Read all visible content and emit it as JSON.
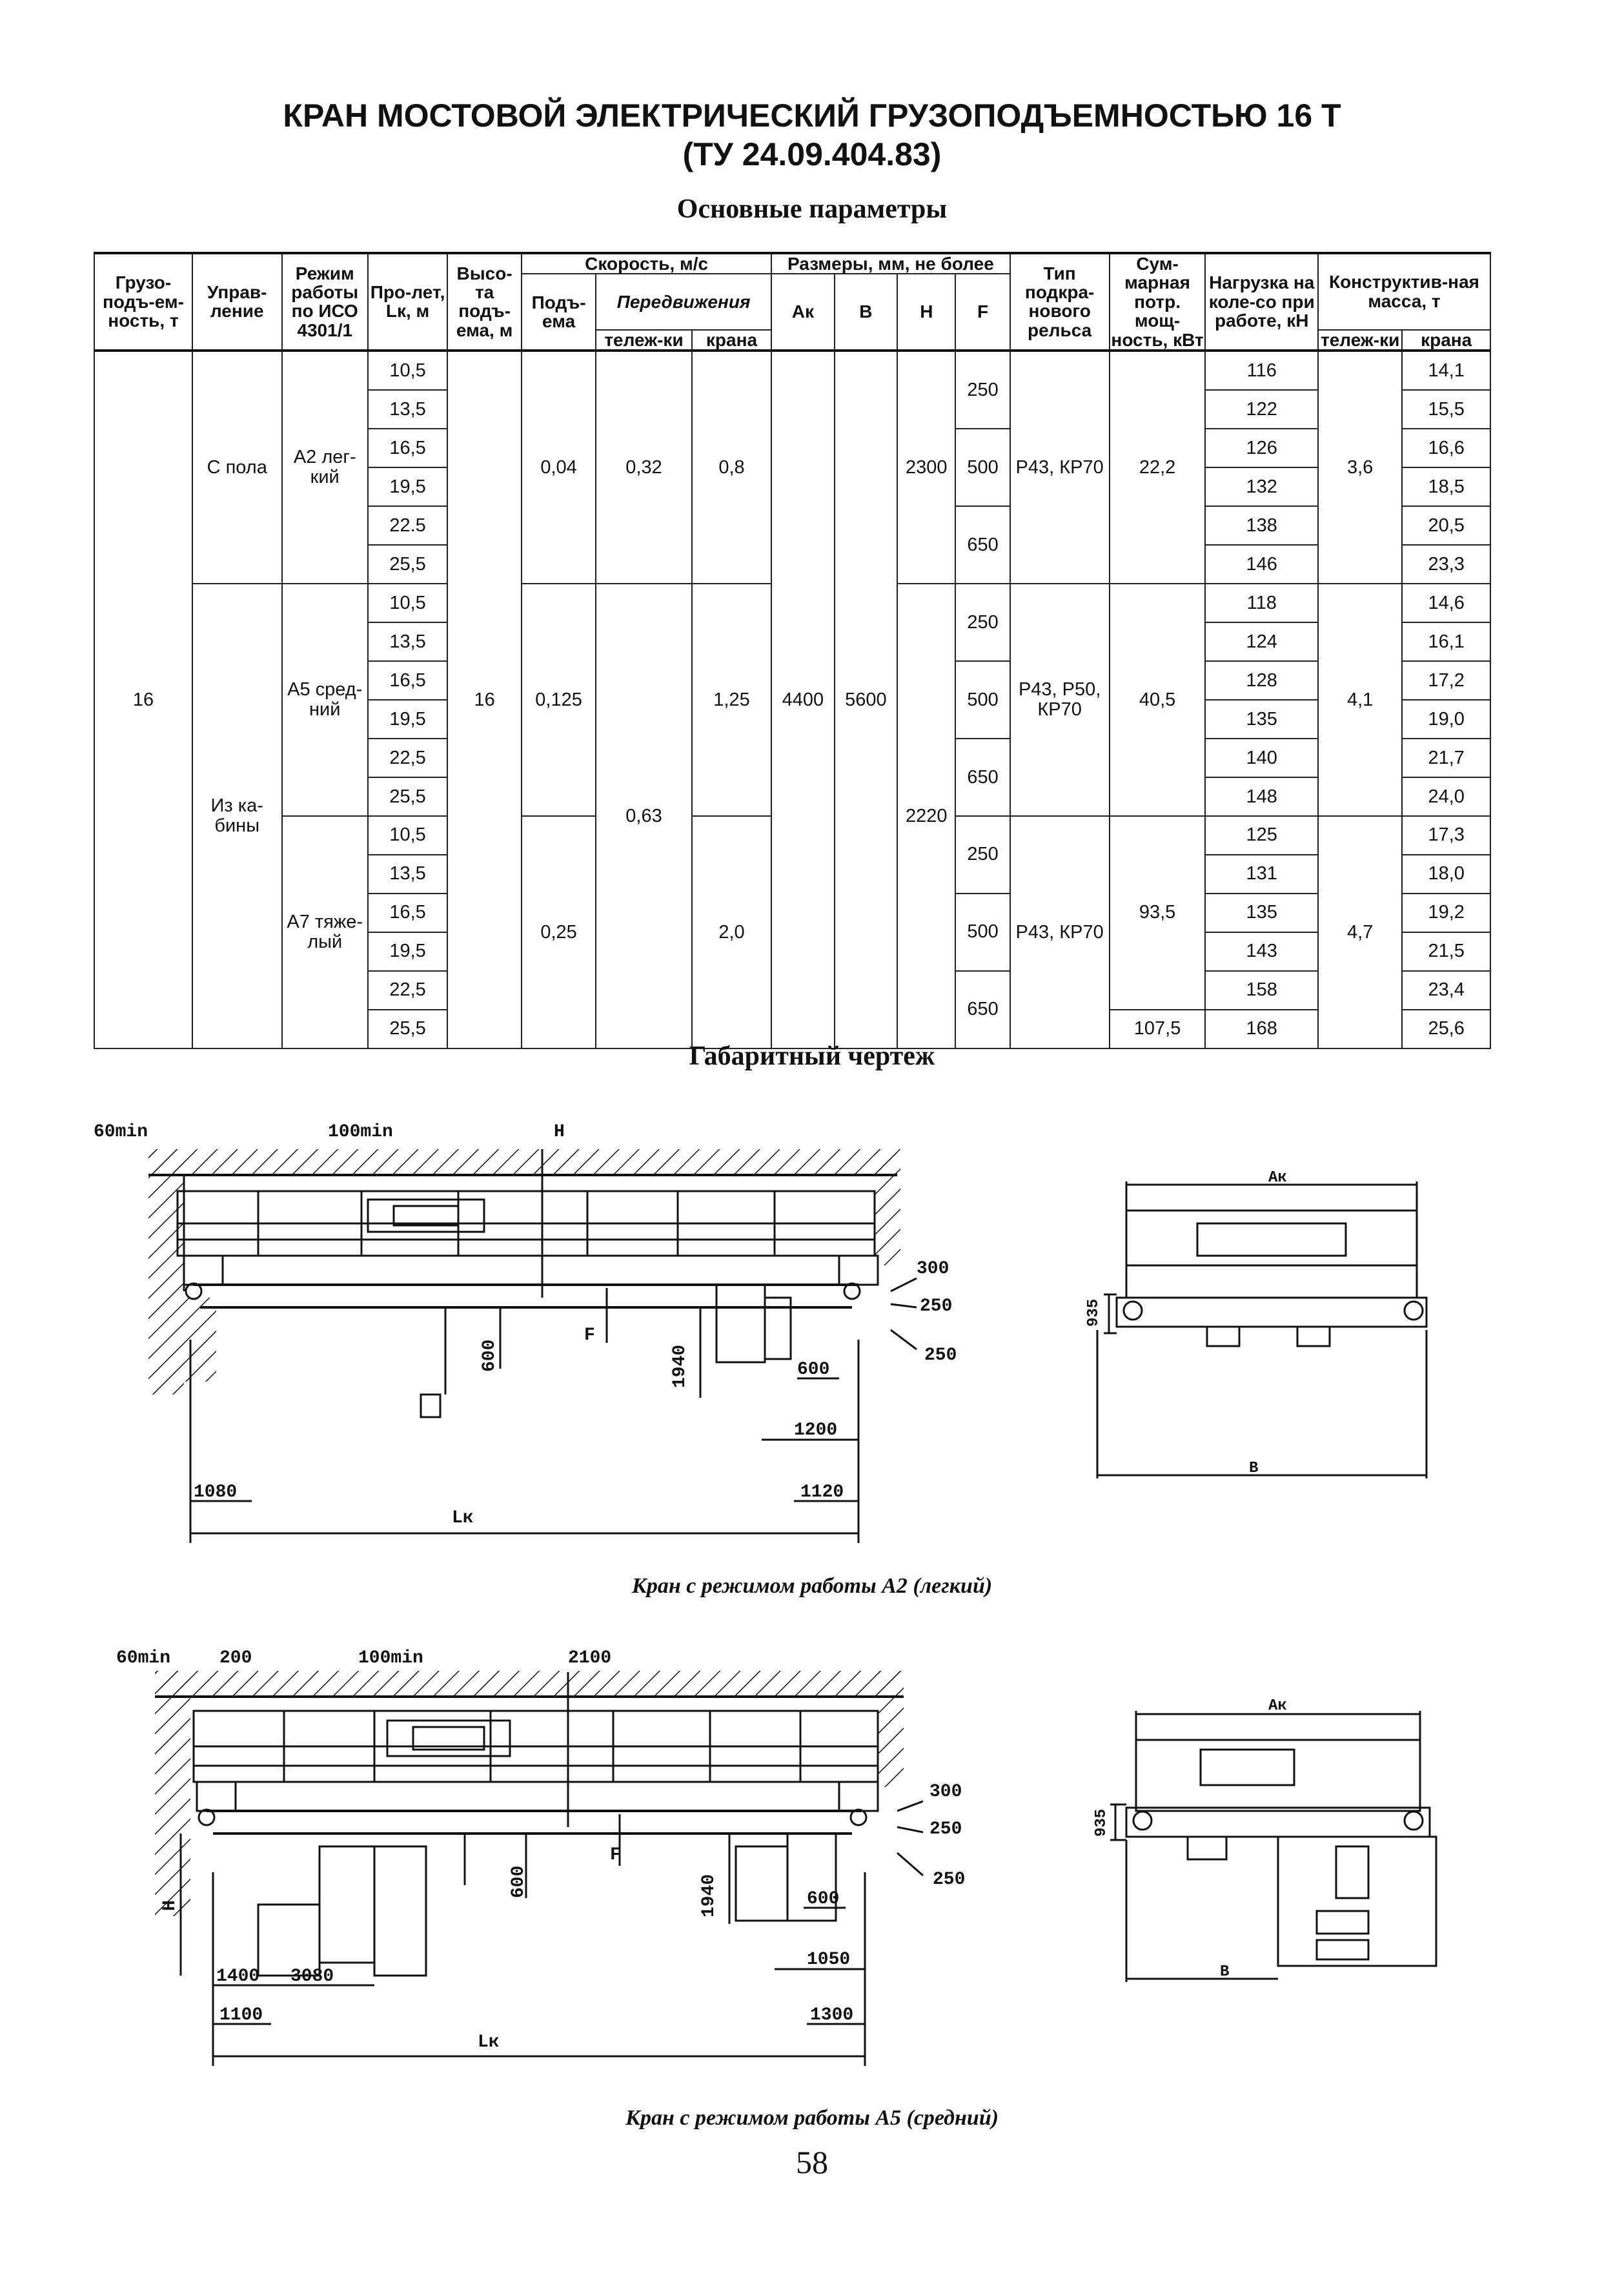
{
  "title": {
    "line1": "КРАН МОСТОВОЙ ЭЛЕКТРИЧЕСКИЙ ГРУЗОПОДЪЕМНОСТЬЮ 16 Т",
    "line2": "(ТУ 24.09.404.83)",
    "table_caption": "Основные параметры",
    "drawing_caption": "Габаритный чертеж"
  },
  "table": {
    "headers": {
      "capacity": "Грузо-подъ-ем-ность, т",
      "control": "Управ-ление",
      "mode": "Режим работы по ИСО 4301/1",
      "span": "Про-лет, Lк, м",
      "height": "Высо-та подъ-ема, м",
      "speed": "Скорость, м/с",
      "lift": "Подъ-ема",
      "travel": "Передвижения",
      "trolley": "тележ-ки",
      "crane": "крана",
      "dims": "Размеры, мм, не более",
      "ak": "Ак",
      "b": "В",
      "h": "Н",
      "f": "F",
      "rail": "Тип подкра-нового рельса",
      "power": "Сум-марная потр. мощ-ность, кВт",
      "wheel_load": "Нагрузка на коле-со при работе, кН",
      "mass": "Конструктив-ная масса, т",
      "mass_trolley": "тележ-ки",
      "mass_crane": "крана"
    },
    "values": {
      "capacity": "16",
      "control_floor": "С пола",
      "control_cabin": "Из ка-бины",
      "mode_a2": "А2 лег-кий",
      "mode_a5": "А5 сред-ний",
      "mode_a7": "А7 тяже-лый",
      "height": "16",
      "lift_a2": "0,04",
      "lift_a5": "0,125",
      "lift_a7": "0,25",
      "trolley_a2": "0,32",
      "trolley_a5a7": "0,63",
      "crane_a2": "0,8",
      "crane_a5": "1,25",
      "crane_a7": "2,0",
      "ak": "4400",
      "b": "5600",
      "h_a2": "2300",
      "h_a5a7": "2220",
      "f_250": "250",
      "f_500": "500",
      "f_650": "650",
      "rail_a2": "Р43, КР70",
      "rail_a5": "Р43, Р50, КР70",
      "rail_a7": "Р43, КР70",
      "power_a2": "22,2",
      "power_a5": "40,5",
      "power_a7": "93,5",
      "power_a7_last": "107,5",
      "mass_trolley_a2": "3,6",
      "mass_trolley_a5": "4,1",
      "mass_trolley_a7": "4,7"
    },
    "rows": [
      {
        "span": "10,5",
        "load": "116",
        "mass": "14,1"
      },
      {
        "span": "13,5",
        "load": "122",
        "mass": "15,5"
      },
      {
        "span": "16,5",
        "load": "126",
        "mass": "16,6"
      },
      {
        "span": "19,5",
        "load": "132",
        "mass": "18,5"
      },
      {
        "span": "22.5",
        "load": "138",
        "mass": "20,5"
      },
      {
        "span": "25,5",
        "load": "146",
        "mass": "23,3"
      },
      {
        "span": "10,5",
        "load": "118",
        "mass": "14,6"
      },
      {
        "span": "13,5",
        "load": "124",
        "mass": "16,1"
      },
      {
        "span": "16,5",
        "load": "128",
        "mass": "17,2"
      },
      {
        "span": "19,5",
        "load": "135",
        "mass": "19,0"
      },
      {
        "span": "22,5",
        "load": "140",
        "mass": "21,7"
      },
      {
        "span": "25,5",
        "load": "148",
        "mass": "24,0"
      },
      {
        "span": "10,5",
        "load": "125",
        "mass": "17,3"
      },
      {
        "span": "13,5",
        "load": "131",
        "mass": "18,0"
      },
      {
        "span": "16,5",
        "load": "135",
        "mass": "19,2"
      },
      {
        "span": "19,5",
        "load": "143",
        "mass": "21,5"
      },
      {
        "span": "22,5",
        "load": "158",
        "mass": "23,4"
      },
      {
        "span": "25,5",
        "load": "168",
        "mass": "25,6"
      }
    ]
  },
  "drawing1": {
    "dims": [
      "60min",
      "100min",
      "H",
      "300",
      "250",
      "250",
      "600",
      "1940",
      "600",
      "1200",
      "1080",
      "1120",
      "Lк",
      "F",
      "Ак",
      "935",
      "В"
    ],
    "caption": "Кран с режимом работы А2 (легкий)"
  },
  "drawing2": {
    "dims": [
      "60min",
      "200",
      "100min",
      "2100",
      "300",
      "250",
      "250",
      "600",
      "1940",
      "600",
      "1050",
      "1400",
      "3080",
      "1100",
      "1300",
      "Lк",
      "H",
      "F",
      "Ак",
      "935",
      "В"
    ],
    "caption": "Кран с режимом работы А5 (средний)"
  },
  "page_number": "58"
}
